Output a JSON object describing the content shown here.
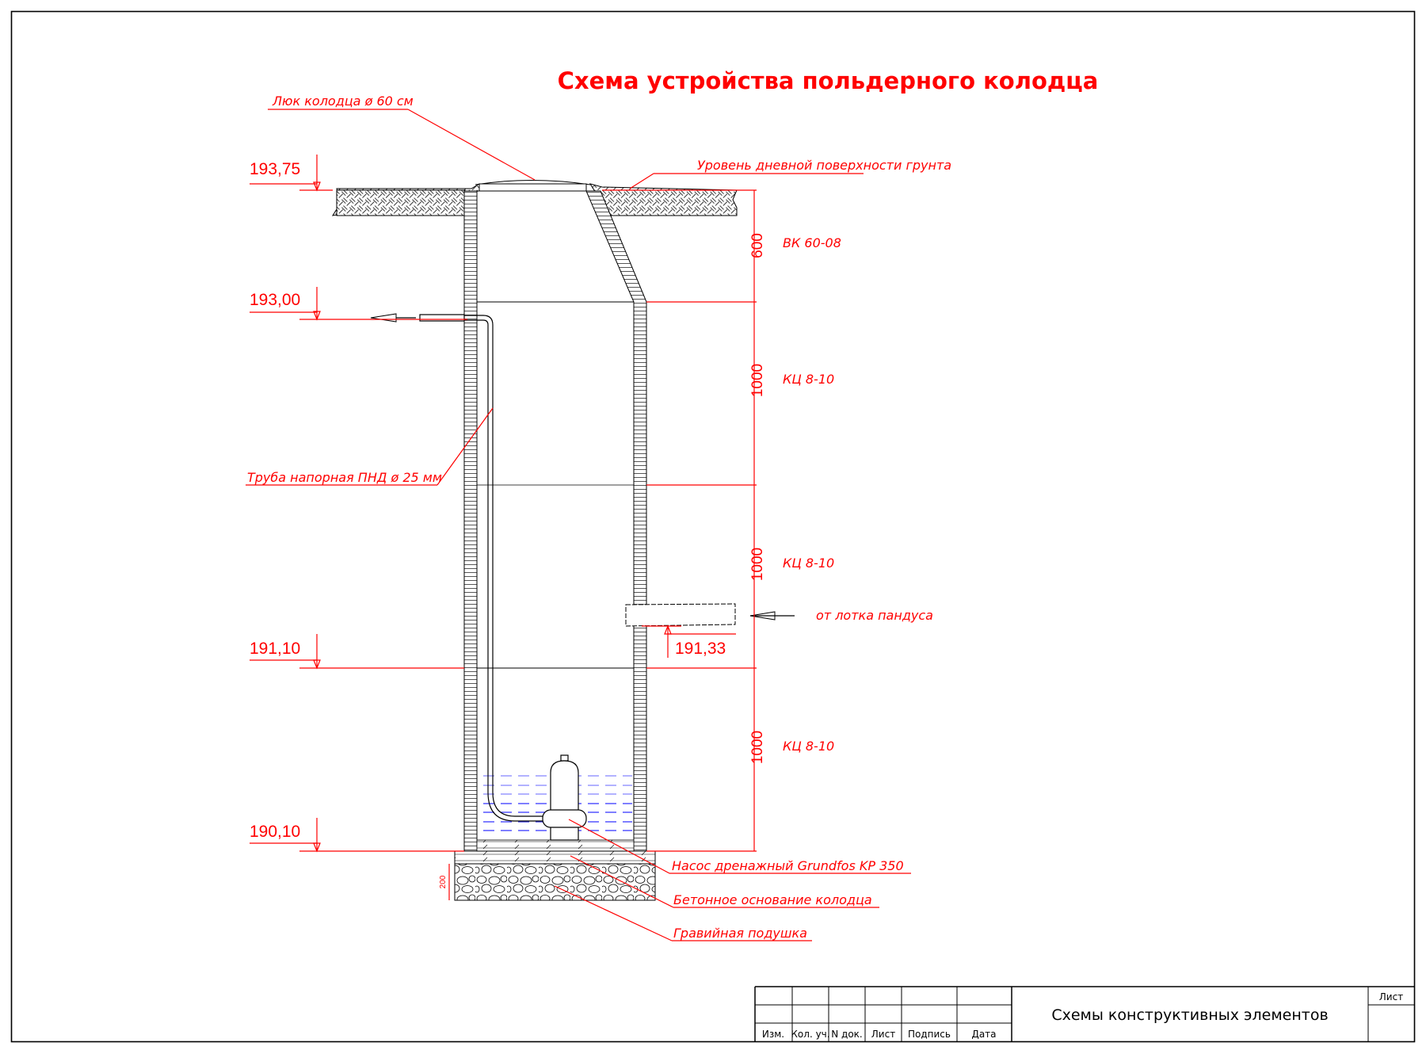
{
  "title": "Схема устройства польдерного колодца",
  "callouts": {
    "hatch": "Люк колодца ø 60 см",
    "ground_level": "Уровень дневной поверхности грунта",
    "pipe": "Труба напорная ПНД ø 25 мм",
    "inlet": "от лотка пандуса",
    "pump": "Насос дренажный  Grundfos KP 350",
    "base": "Бетонное  основание  колодца",
    "gravel": "Гравийная  подушка"
  },
  "elevations": {
    "ground": "193,75",
    "outlet": "193,00",
    "ring_joint": "191,10",
    "bottom": "190,10",
    "inlet": "191,33"
  },
  "segments": [
    {
      "dimension": "600",
      "label": "ВК 60-08"
    },
    {
      "dimension": "1000",
      "label": "КЦ 8-10"
    },
    {
      "dimension": "1000",
      "label": "КЦ 8-10"
    },
    {
      "dimension": "1000",
      "label": "КЦ 8-10"
    }
  ],
  "gravel_dimension": "200",
  "title_block": {
    "columns": [
      "Изм.",
      "Кол. уч.",
      "N док.",
      "Лист",
      "Подпись",
      "Дата"
    ],
    "drawing_name": "Схемы  конструктивных  элементов",
    "sheet_label": "Лист",
    "sheet_value": ""
  },
  "colors": {
    "annotation": "#ff0000",
    "water": "#3333ff",
    "line": "#000000"
  }
}
